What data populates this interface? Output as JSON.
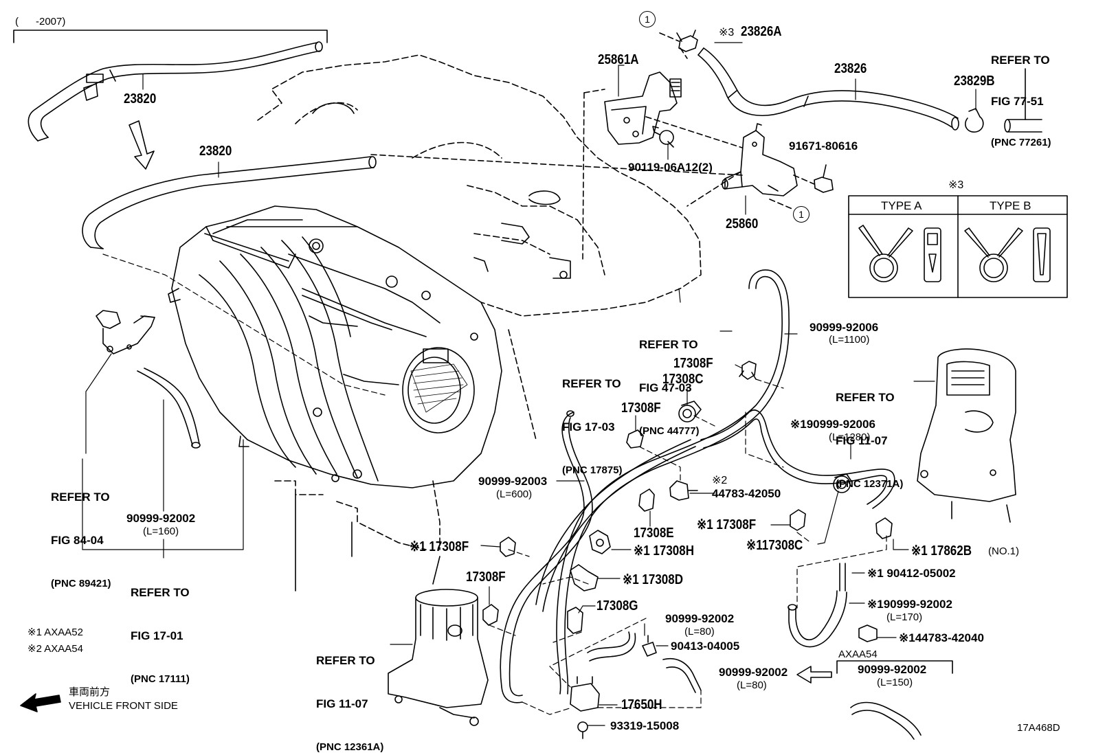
{
  "header": {
    "date_range": "(      -2007)"
  },
  "labels": {
    "p23820_top": "23820",
    "p23820_mid": "23820",
    "p25861A": "25861A",
    "p23826A": "23826A",
    "mark3": "※3",
    "p23826": "23826",
    "p23829B": "23829B",
    "p90119": "90119-06A12(2)",
    "p91671": "91671-80616",
    "p25860": "25860",
    "p90999_92006a": "90999-92006",
    "l1100": "(L=1100)",
    "p17308F_a": "17308F",
    "p17308C_a": "17308C",
    "p17308F_b": "17308F",
    "p90999_92006b": "※190999-92006",
    "l1280": "(L=1280)",
    "p44783_42050": "44783-42050",
    "mark2": "※2",
    "p17308E": "17308E",
    "p17308F_c": "※1 17308F",
    "p17308C_b": "※117308C",
    "p17862B": "※1 17862B",
    "no1": "(NO.1)",
    "p17308H": "※1 17308H",
    "p17308F_d": "※1 17308F",
    "p17308F_e": "17308F",
    "p17308D": "※1 17308D",
    "p17308G": "17308G",
    "p90999_92003": "90999-92003",
    "l600": "(L=600)",
    "p90999_92002a": "90999-92002",
    "l160": "(L=160)",
    "p90999_92002b": "90999-92002",
    "l80a": "(L=80)",
    "p90413": "90413-04005",
    "p90999_92002c": "90999-92002",
    "l80b": "(L=80)",
    "p17650H": "17650H",
    "p93319": "93319-15008",
    "p90412": "※1 90412-05002",
    "p90999_92002d": "※190999-92002",
    "l170": "(L=170)",
    "p44783_42040": "※144783-42040",
    "axaa54_hdr": "AXAA54",
    "p90999_92002e": "90999-92002",
    "l150": "(L=150)",
    "note1": "※1 AXAA52",
    "note2": "※2 AXAA54",
    "front_jp": "車両前方",
    "front_en": "VEHICLE FRONT SIDE",
    "fig_id": "17A468D"
  },
  "refs": {
    "r7751": [
      "REFER TO",
      "FIG 77-51",
      "(PNC 77261)"
    ],
    "r4703": [
      "REFER TO",
      "FIG 47-03",
      "(PNC 44777)"
    ],
    "r1703": [
      "REFER TO",
      "FIG 17-03",
      "(PNC 17875)"
    ],
    "r1107a": [
      "REFER TO",
      "FIG 11-07",
      "(PNC 12371A)"
    ],
    "r8404": [
      "REFER TO",
      "FIG 84-04",
      "(PNC 89421)"
    ],
    "r1701": [
      "REFER TO",
      "FIG 17-01",
      "(PNC 17111)"
    ],
    "r1107b": [
      "REFER TO",
      "FIG 11-07",
      "(PNC 12361A)"
    ]
  },
  "type_table": {
    "mark": "※3",
    "type_a": "TYPE A",
    "type_b": "TYPE B"
  },
  "circles": {
    "c1": "1",
    "c2": "1"
  }
}
